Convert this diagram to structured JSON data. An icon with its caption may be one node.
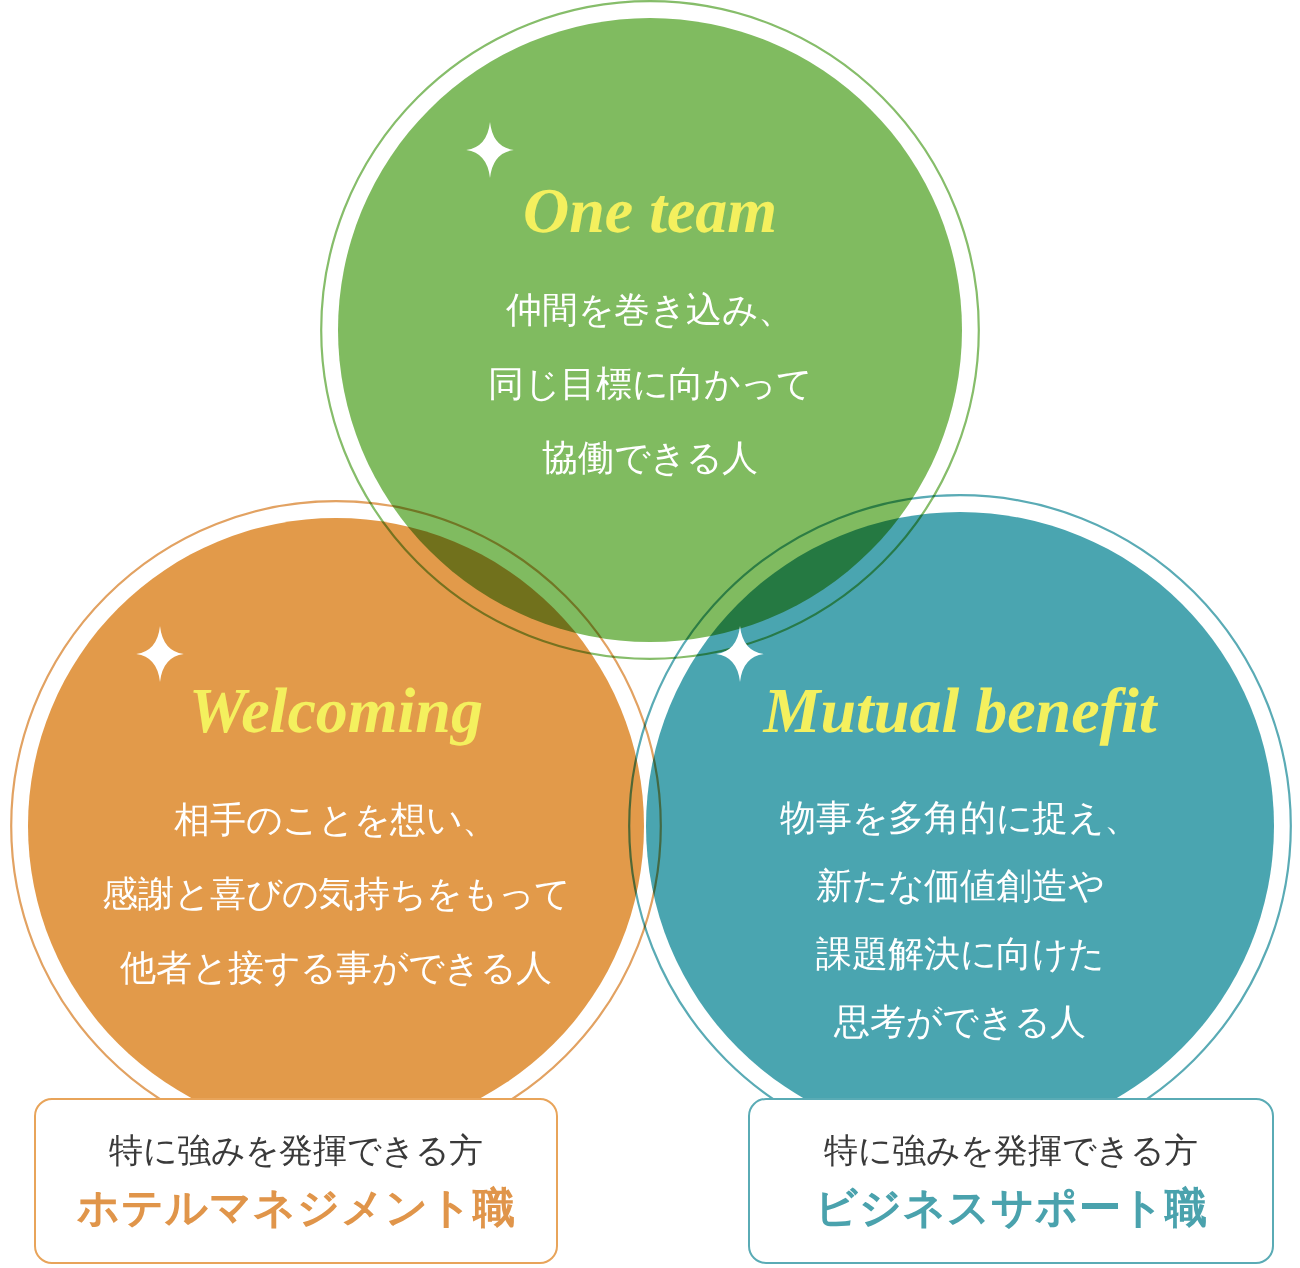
{
  "diagram": {
    "nodes": [
      {
        "text": [
          "One team",
          "仲間を巻き込み、同じ目標に向かって協働できる人"
        ]
      },
      {
        "text": [
          "Welcoming",
          "相手のことを想い、感謝と喜びの気持ちをもって他者と接する事ができる人"
        ]
      },
      {
        "text": [
          "Mutual benefit",
          "物事を多角的に捉え、新たな価値創造や課題解決に向けた思考ができる人"
        ]
      },
      {
        "text": [
          "特に強みを発揮できる方",
          "ホテルマネジメント職"
        ]
      },
      {
        "text": [
          "特に強みを発揮できる方",
          "ビジネスサポート職"
        ]
      }
    ]
  }
}
